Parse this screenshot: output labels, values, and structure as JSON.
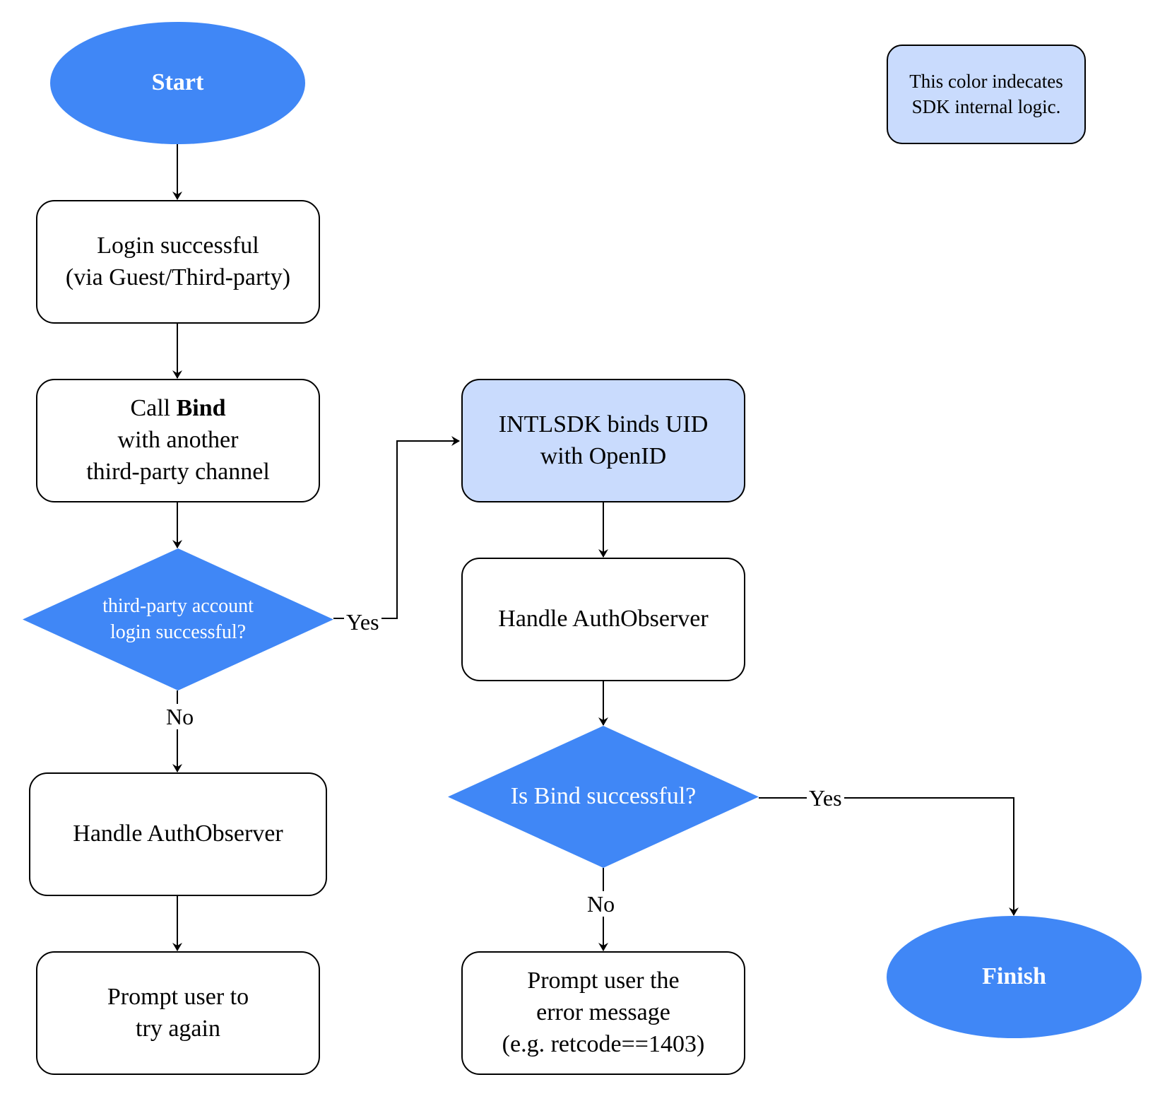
{
  "nodes": {
    "start": "Start",
    "login": [
      "Login successful",
      "(via Guest/Third-party)"
    ],
    "call_bind": {
      "pre": "Call ",
      "bold": "Bind",
      "line2": "with another",
      "line3": "third-party channel"
    },
    "decision_login": [
      "third-party account",
      "login successful?"
    ],
    "handle_left": "Handle AuthObserver",
    "prompt_retry": [
      "Prompt user to",
      "try again"
    ],
    "intlsdk_bind": [
      "INTLSDK binds UID",
      "with OpenID"
    ],
    "handle_right": "Handle AuthObserver",
    "decision_bind": "Is Bind successful?",
    "prompt_error": [
      "Prompt user the",
      "error message",
      "(e.g. retcode==1403)"
    ],
    "finish": "Finish",
    "legend": [
      "This color indecates",
      "SDK internal logic."
    ]
  },
  "edge_labels": {
    "login_yes": "Yes",
    "login_no": "No",
    "bind_yes": "Yes",
    "bind_no": "No"
  },
  "colors": {
    "terminal_fill": "#4087f6",
    "decision_fill": "#4087f6",
    "sdk_fill": "#c9dbfd",
    "process_fill": "#ffffff",
    "stroke": "#000000"
  }
}
